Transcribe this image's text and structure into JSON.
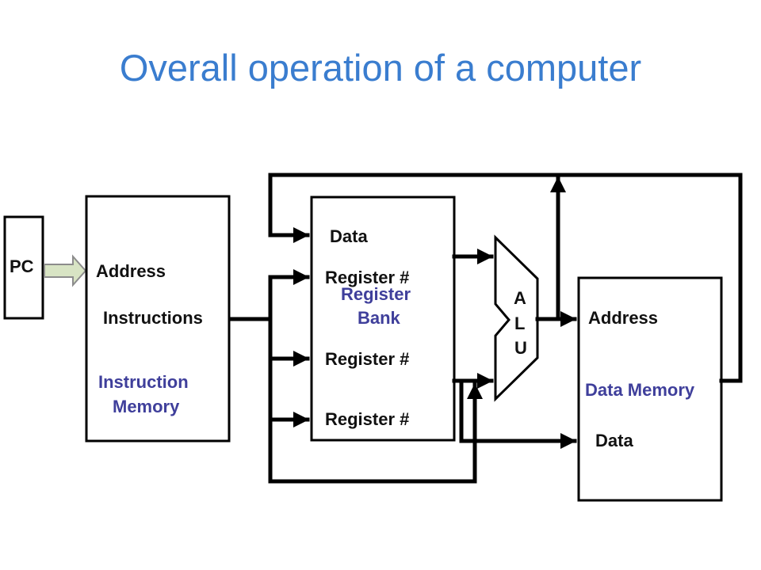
{
  "title": "Overall operation of a computer",
  "colors": {
    "title": "#3a7dcf",
    "label_blue": "#3f3f9b",
    "pc_arrow_fill": "#d8e4c4",
    "pc_arrow_stroke": "#8c8c8c"
  },
  "pc": {
    "label": "PC"
  },
  "instruction_memory": {
    "address_label": "Address",
    "instructions_label": "Instructions",
    "name_line1": "Instruction",
    "name_line2": "Memory"
  },
  "register_bank": {
    "data_label": "Data",
    "register1_label": "Register #",
    "register2_label": "Register #",
    "register3_label": "Register #",
    "name_line1": "Register",
    "name_line2": "Bank"
  },
  "alu": {
    "letter1": "A",
    "letter2": "L",
    "letter3": "U"
  },
  "data_memory": {
    "address_label": "Address",
    "name": "Data Memory",
    "data_label": "Data"
  }
}
